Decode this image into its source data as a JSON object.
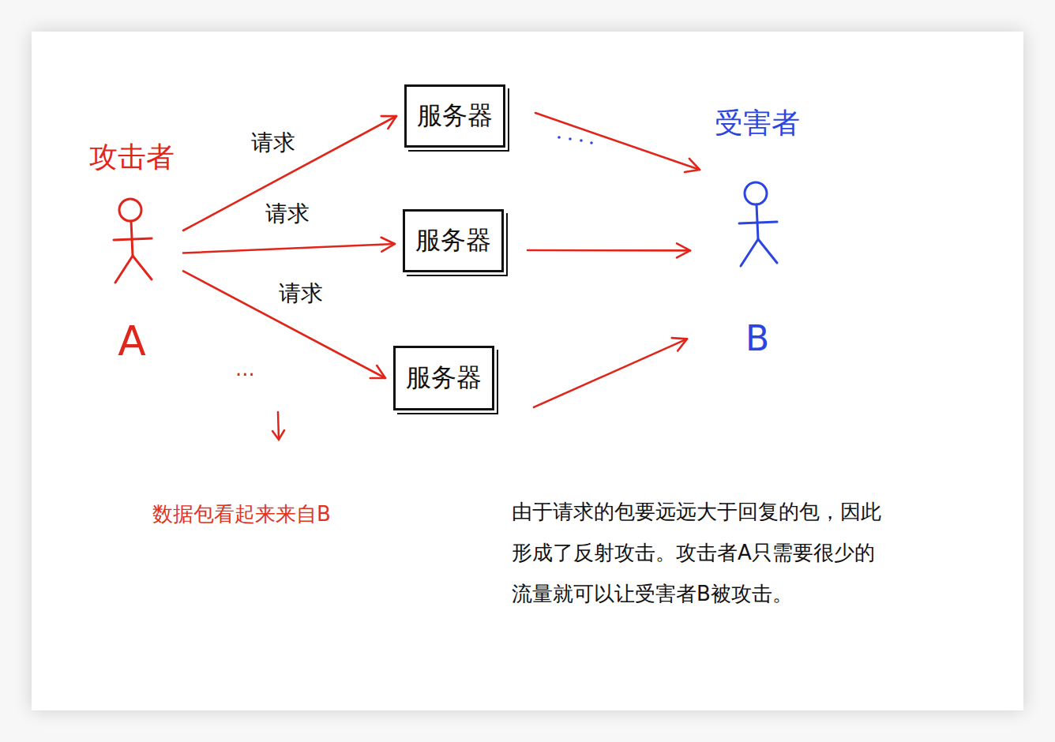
{
  "diagram": {
    "nodes": [
      {
        "text": [
          "攻击者",
          "A"
        ]
      },
      {
        "text": [
          "服务器"
        ]
      },
      {
        "text": [
          "服务器"
        ]
      },
      {
        "text": [
          "服务器"
        ]
      },
      {
        "text": [
          "受害者",
          "B"
        ]
      }
    ],
    "edges": [
      {
        "from": 0,
        "to": 1,
        "label": "请求",
        "arrow": "to"
      },
      {
        "from": 0,
        "to": 2,
        "label": "请求",
        "arrow": "to"
      },
      {
        "from": 0,
        "to": 3,
        "label": "请求",
        "arrow": "to"
      },
      {
        "from": 1,
        "to": 4,
        "arrow": "to"
      },
      {
        "from": 2,
        "to": 4,
        "arrow": "to"
      },
      {
        "from": 3,
        "to": 4,
        "arrow": "to"
      }
    ],
    "labels": [
      "...",
      "数据包看起来来自B",
      "由于请求的包要远远大于回复的包，因此形成了反射攻击。攻击者A只需要很少的流量就可以让受害者B被攻击。"
    ]
  }
}
